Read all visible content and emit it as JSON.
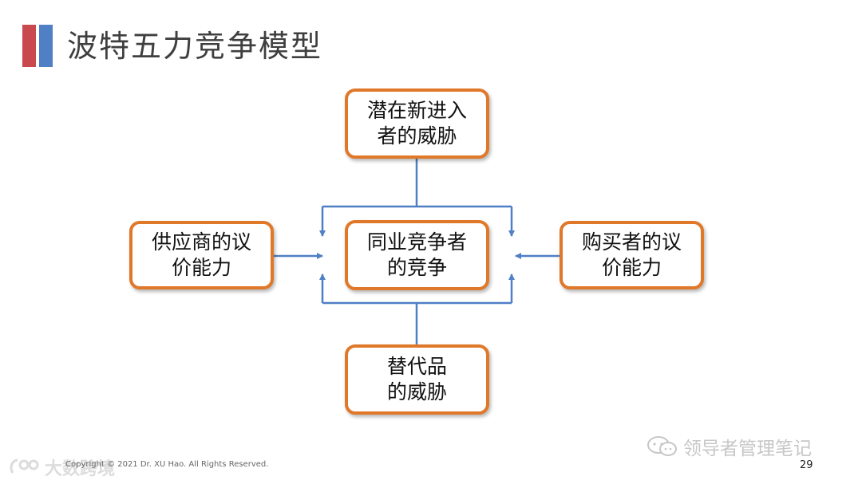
{
  "title": "波特五力竞争模型",
  "accent_colors": {
    "bar_red": "#c84a4f",
    "bar_blue": "#4f7fc5",
    "box_border": "#e0782a",
    "connector": "#4f7fc5"
  },
  "diagram": {
    "nodes": {
      "top": "潜在新进入\n者的威胁",
      "center": "同业竞争者\n的竞争",
      "left": "供应商的议\n价能力",
      "right": "购买者的议\n价能力",
      "bottom": "替代品\n的威胁"
    },
    "edges": [
      {
        "from": "top",
        "to": "center"
      },
      {
        "from": "left",
        "to": "center"
      },
      {
        "from": "right",
        "to": "center"
      },
      {
        "from": "bottom",
        "to": "center"
      }
    ]
  },
  "footer": {
    "copyright": "Copyright © 2021 Dr. XU Hao. All Rights Reserved.",
    "page_number": "29",
    "wechat_account": "领导者管理笔记",
    "wechat_icon": "wechat-icon",
    "bottom_left_watermark": "大数跨境",
    "bottom_left_logo": "watermark-logo-icon"
  }
}
